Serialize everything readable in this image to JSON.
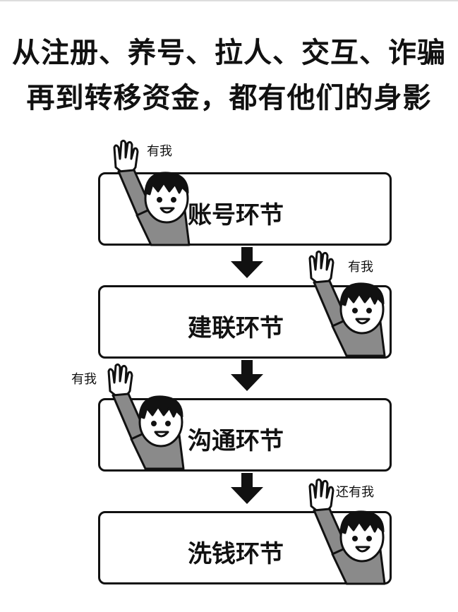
{
  "title": {
    "line1": "从注册、养号、拉人、交互、诈骗",
    "line2": "再到转移资金，都有他们的身影"
  },
  "stages": [
    {
      "label": "账号环节",
      "speech": "有我"
    },
    {
      "label": "建联环节",
      "speech": "有我"
    },
    {
      "label": "沟通环节",
      "speech": "有我"
    },
    {
      "label": "洗钱环节",
      "speech": "还有我"
    }
  ],
  "colors": {
    "outline": "#111111",
    "sleeve": "#8a8a8a",
    "skin": "#ffffff",
    "hair": "#111111"
  },
  "icons": [
    "raised-hand-person-icon",
    "down-arrow-icon"
  ]
}
